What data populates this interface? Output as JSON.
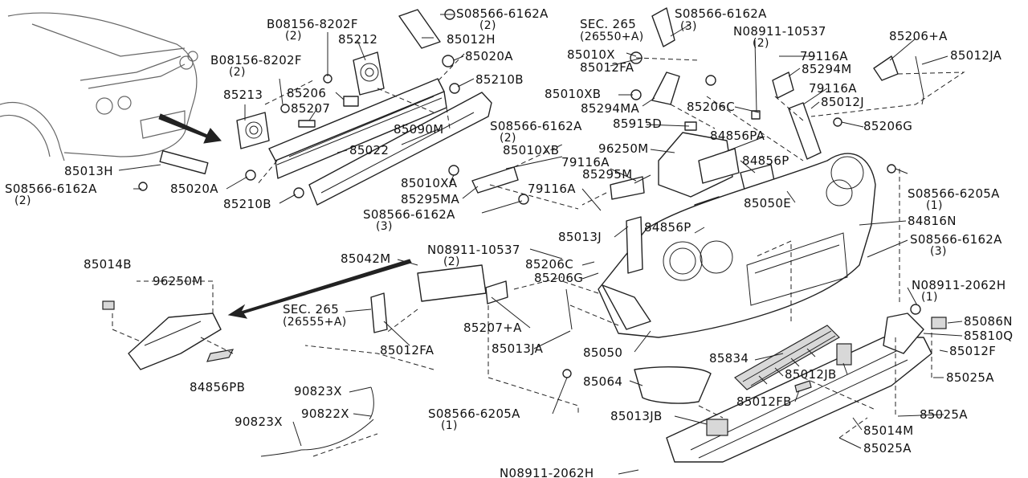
{
  "callouts": [
    {
      "id": "c1",
      "text": "S08566-6162A",
      "qty": "(2)"
    },
    {
      "id": "c2",
      "text": "B08156-8202F",
      "qty": "(2)"
    },
    {
      "id": "c3",
      "text": "85212"
    },
    {
      "id": "c4",
      "text": "85012H"
    },
    {
      "id": "c5",
      "text": "B08156-8202F",
      "qty": "(2)"
    },
    {
      "id": "c6",
      "text": "85020A"
    },
    {
      "id": "c7",
      "text": "85210B"
    },
    {
      "id": "c8",
      "text": "85213"
    },
    {
      "id": "c9",
      "text": "85206"
    },
    {
      "id": "c10",
      "text": "85207"
    },
    {
      "id": "c11",
      "text": "85090M"
    },
    {
      "id": "c12",
      "text": "85022"
    },
    {
      "id": "c13",
      "text": "85013H"
    },
    {
      "id": "c14",
      "text": "S08566-6162A",
      "qty": "(2)"
    },
    {
      "id": "c15",
      "text": "85020A"
    },
    {
      "id": "c16",
      "text": "85210B"
    },
    {
      "id": "c17",
      "text": "SEC. 265",
      "qty": "(26550+A)"
    },
    {
      "id": "c18",
      "text": "85010X"
    },
    {
      "id": "c19",
      "text": "85012FA"
    },
    {
      "id": "c20",
      "text": "85010XB"
    },
    {
      "id": "c21",
      "text": "85294MA"
    },
    {
      "id": "c22",
      "text": "S08566-6162A",
      "qty": "(3)"
    },
    {
      "id": "c23",
      "text": "N08911-10537",
      "qty": "(2)"
    },
    {
      "id": "c24",
      "text": "85206+A"
    },
    {
      "id": "c25",
      "text": "85012JA"
    },
    {
      "id": "c26",
      "text": "79116A"
    },
    {
      "id": "c27",
      "text": "85294M"
    },
    {
      "id": "c28",
      "text": "79116A"
    },
    {
      "id": "c29",
      "text": "85012J"
    },
    {
      "id": "c30",
      "text": "85206C"
    },
    {
      "id": "c31",
      "text": "85206G"
    },
    {
      "id": "c32",
      "text": "S08566-6162A",
      "qty": "(2)"
    },
    {
      "id": "c33",
      "text": "85915D"
    },
    {
      "id": "c34",
      "text": "85010XB"
    },
    {
      "id": "c35",
      "text": "96250M"
    },
    {
      "id": "c36",
      "text": "84856PA"
    },
    {
      "id": "c37",
      "text": "79116A"
    },
    {
      "id": "c38",
      "text": "84856P"
    },
    {
      "id": "c39",
      "text": "85295M"
    },
    {
      "id": "c40",
      "text": "85010XA"
    },
    {
      "id": "c41",
      "text": "85295MA"
    },
    {
      "id": "c42",
      "text": "79116A"
    },
    {
      "id": "c43",
      "text": "S08566-6162A",
      "qty": "(3)"
    },
    {
      "id": "c44",
      "text": "S08566-6205A",
      "qty": "(1)"
    },
    {
      "id": "c45",
      "text": "85050E"
    },
    {
      "id": "c46",
      "text": "84816N"
    },
    {
      "id": "c47",
      "text": "84856P"
    },
    {
      "id": "c48",
      "text": "85013J"
    },
    {
      "id": "c49",
      "text": "S08566-6162A",
      "qty": "(3)"
    },
    {
      "id": "c50",
      "text": "85014B"
    },
    {
      "id": "c51",
      "text": "96250M"
    },
    {
      "id": "c52",
      "text": "85042M"
    },
    {
      "id": "c53",
      "text": "N08911-10537",
      "qty": "(2)"
    },
    {
      "id": "c54",
      "text": "85206C"
    },
    {
      "id": "c55",
      "text": "85206G"
    },
    {
      "id": "c56",
      "text": "N08911-2062H",
      "qty": "(1)"
    },
    {
      "id": "c57",
      "text": "85086N"
    },
    {
      "id": "c58",
      "text": "85810Q"
    },
    {
      "id": "c59",
      "text": "85012F"
    },
    {
      "id": "c60",
      "text": "SEC. 265",
      "qty": "(26555+A)"
    },
    {
      "id": "c61",
      "text": "85207+A"
    },
    {
      "id": "c62",
      "text": "85012FA"
    },
    {
      "id": "c63",
      "text": "85013JA"
    },
    {
      "id": "c64",
      "text": "85050"
    },
    {
      "id": "c65",
      "text": "85834"
    },
    {
      "id": "c66",
      "text": "85025A"
    },
    {
      "id": "c67",
      "text": "84856PB"
    },
    {
      "id": "c68",
      "text": "85064"
    },
    {
      "id": "c69",
      "text": "85012JB"
    },
    {
      "id": "c70",
      "text": "85012FB"
    },
    {
      "id": "c71",
      "text": "85025A"
    },
    {
      "id": "c72",
      "text": "90823X"
    },
    {
      "id": "c73",
      "text": "90822X"
    },
    {
      "id": "c74",
      "text": "90823X"
    },
    {
      "id": "c75",
      "text": "S08566-6205A",
      "qty": "(1)"
    },
    {
      "id": "c76",
      "text": "85013JB"
    },
    {
      "id": "c77",
      "text": "85014M"
    },
    {
      "id": "c78",
      "text": "85025A"
    },
    {
      "id": "c79",
      "text": "N08911-2062H"
    }
  ]
}
